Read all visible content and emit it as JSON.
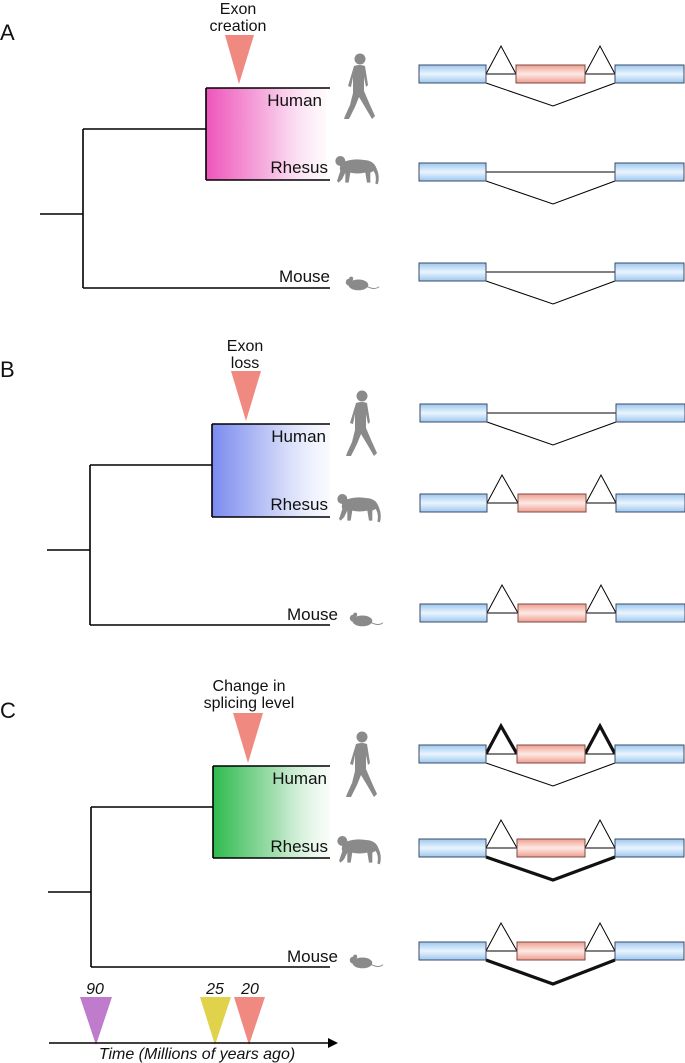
{
  "panels": [
    {
      "letter": "A",
      "event_line1": "Exon",
      "event_line2": "creation",
      "species": [
        "Human",
        "Rhesus",
        "Mouse"
      ]
    },
    {
      "letter": "B",
      "event_line1": "Exon",
      "event_line2": "loss",
      "species": [
        "Human",
        "Rhesus",
        "Mouse"
      ]
    },
    {
      "letter": "C",
      "event_line1": "Change in",
      "event_line2": "splicing level",
      "species": [
        "Human",
        "Rhesus",
        "Mouse"
      ]
    }
  ],
  "timeline": {
    "title": "Time (Millions of years ago)",
    "markers": [
      {
        "value": "90",
        "color": "#c07ccc"
      },
      {
        "value": "25",
        "color": "#e0d24a"
      },
      {
        "value": "20",
        "color": "#f08a80"
      }
    ]
  },
  "colors": {
    "event_marker": "#f08a80",
    "panel_a_gradient": "#ee55bb",
    "panel_b_gradient": "#7b8bef",
    "panel_c_gradient": "#2ebb4e",
    "exon_constitutive": "#b3d6f5",
    "exon_alternative": "#f3bcae",
    "animal_silhouette": "#8a8a8a"
  }
}
